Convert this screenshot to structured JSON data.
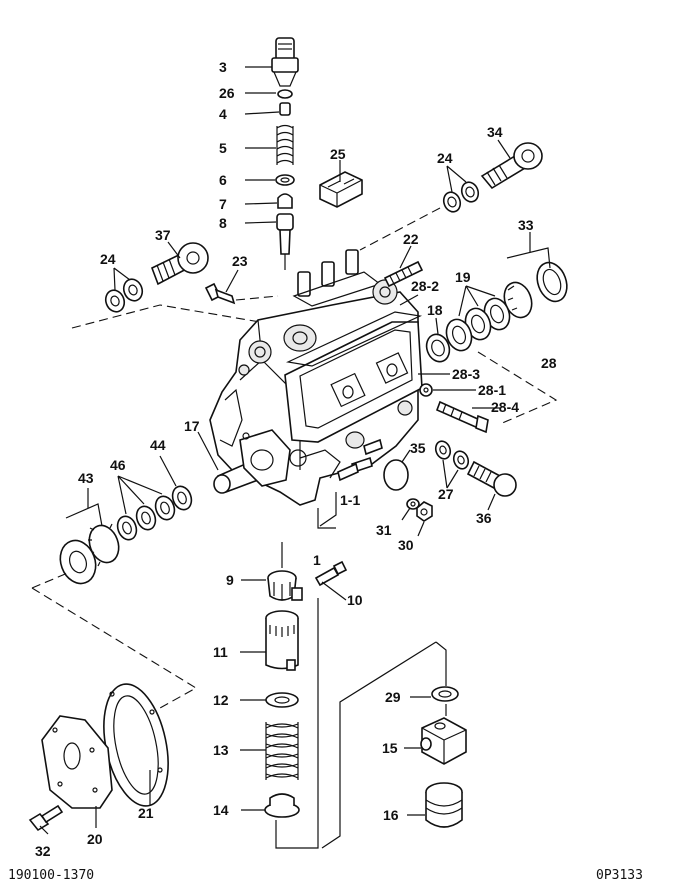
{
  "labels": {
    "p3": "3",
    "p26": "26",
    "p4": "4",
    "p5": "5",
    "p6": "6",
    "p7": "7",
    "p8": "8",
    "p25": "25",
    "p24a": "24",
    "p34": "34",
    "p37": "37",
    "p24b": "24",
    "p23": "23",
    "p22": "22",
    "p28_2": "28-2",
    "p33": "33",
    "p19": "19",
    "p18": "18",
    "p28": "28",
    "p28_3": "28-3",
    "p28_1": "28-1",
    "p28_4": "28-4",
    "p17": "17",
    "p44": "44",
    "p46": "46",
    "p43": "43",
    "p35": "35",
    "p27": "27",
    "p36": "36",
    "p1_1": "1-1",
    "p31": "31",
    "p30": "30",
    "p1": "1",
    "p9": "9",
    "p10": "10",
    "p11": "11",
    "p12": "12",
    "p29": "29",
    "p13": "13",
    "p15": "15",
    "p14": "14",
    "p16": "16",
    "p21": "21",
    "p20": "20",
    "p32": "32"
  },
  "footer": {
    "left": "190100-1370",
    "right": "0P3133"
  }
}
